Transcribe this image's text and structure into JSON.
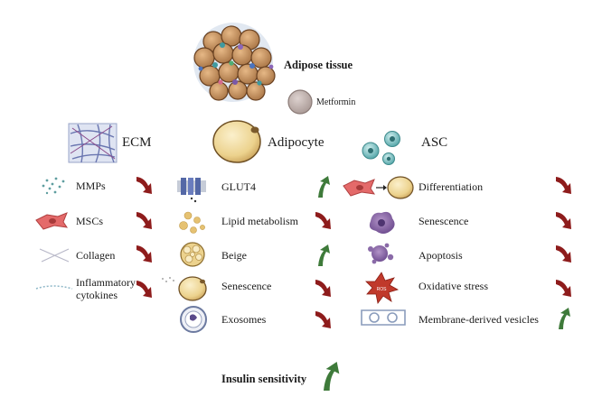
{
  "title": "Adipose tissue",
  "drug": "Metformin",
  "outcome": "Insulin sensitivity",
  "columns": {
    "ecm": {
      "header": "ECM",
      "items": [
        {
          "label": "MMPs",
          "direction": "down"
        },
        {
          "label": "MSCs",
          "direction": "down"
        },
        {
          "label": "Collagen",
          "direction": "down"
        },
        {
          "label_line1": "Inflammatory",
          "label_line2": "cytokines",
          "direction": "down"
        }
      ]
    },
    "adipocyte": {
      "header": "Adipocyte",
      "items": [
        {
          "label": "GLUT4",
          "direction": "up"
        },
        {
          "label": "Lipid metabolism",
          "direction": "down"
        },
        {
          "label": "Beige",
          "direction": "up"
        },
        {
          "label": "Senescence",
          "direction": "down"
        },
        {
          "label": "Exosomes",
          "direction": "down"
        }
      ]
    },
    "asc": {
      "header": "ASC",
      "items": [
        {
          "label": "Differentiation",
          "direction": "down"
        },
        {
          "label": "Senescence",
          "direction": "down"
        },
        {
          "label": "Apoptosis",
          "direction": "down"
        },
        {
          "label": "Oxidative stress",
          "direction": "down"
        },
        {
          "label": "Membrane-derived vesicles",
          "direction": "up"
        }
      ]
    }
  },
  "ros_label": "ROS",
  "colors": {
    "up": "#3e7a3a",
    "down": "#8e1c1c",
    "adipocyte_fill": "#e8cc86",
    "adipocyte_stroke": "#8a6a2a"
  }
}
